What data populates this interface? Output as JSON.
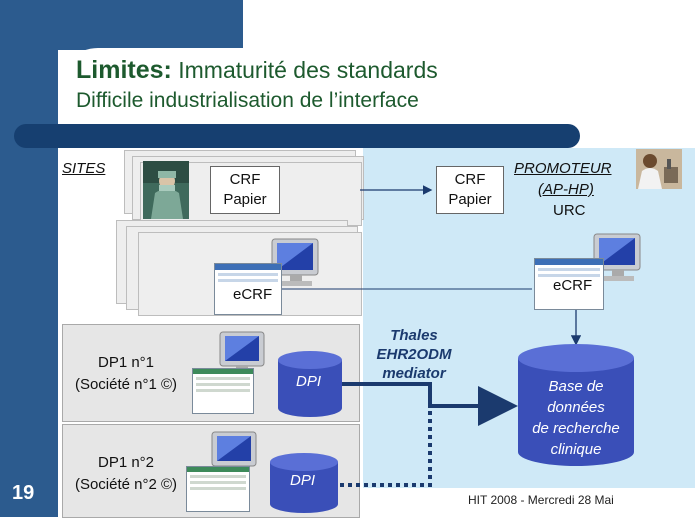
{
  "slide": {
    "title_bold": "Limites:",
    "title_rest": " Immaturité des standards",
    "subtitle": "Difficile industrialisation de l’interface",
    "number": "19",
    "footer": "HIT 2008 - Mercredi 28 Mai"
  },
  "diagram": {
    "sites_label": "SITES",
    "promoteur_line1": "PROMOTEUR",
    "promoteur_line2": "(AP-HP)",
    "urc_label": "URC",
    "crf_left": {
      "line1": "CRF",
      "line2": "Papier"
    },
    "crf_right": {
      "line1": "CRF",
      "line2": "Papier"
    },
    "ecrf_left": "eCRF",
    "ecrf_right": "eCRF",
    "dp1": {
      "line1": "DP1 n°1",
      "line2": "(Société n°1 ©)",
      "db": "DPI"
    },
    "dp2": {
      "line1": "DP1 n°2",
      "line2": "(Société n°2 ©)",
      "db": "DPI"
    },
    "mediator": {
      "line1": "Thales",
      "line2": "EHR2ODM",
      "line3": "mediator"
    },
    "research_db": {
      "line1": "Base de",
      "line2": "données",
      "line3": "de recherche",
      "line4": "clinique"
    }
  },
  "colors": {
    "sidebar": "#2c5b8e",
    "title_green": "#1d5a2e",
    "bar_navy": "#163f70",
    "right_panel": "#cfe9f7",
    "cylinder": "#3a4fb8",
    "arrow": "#1b3a6e"
  },
  "icons": [
    "surgeon-photo",
    "researcher-photo",
    "computer-icon",
    "screenshot-thumbnail"
  ]
}
